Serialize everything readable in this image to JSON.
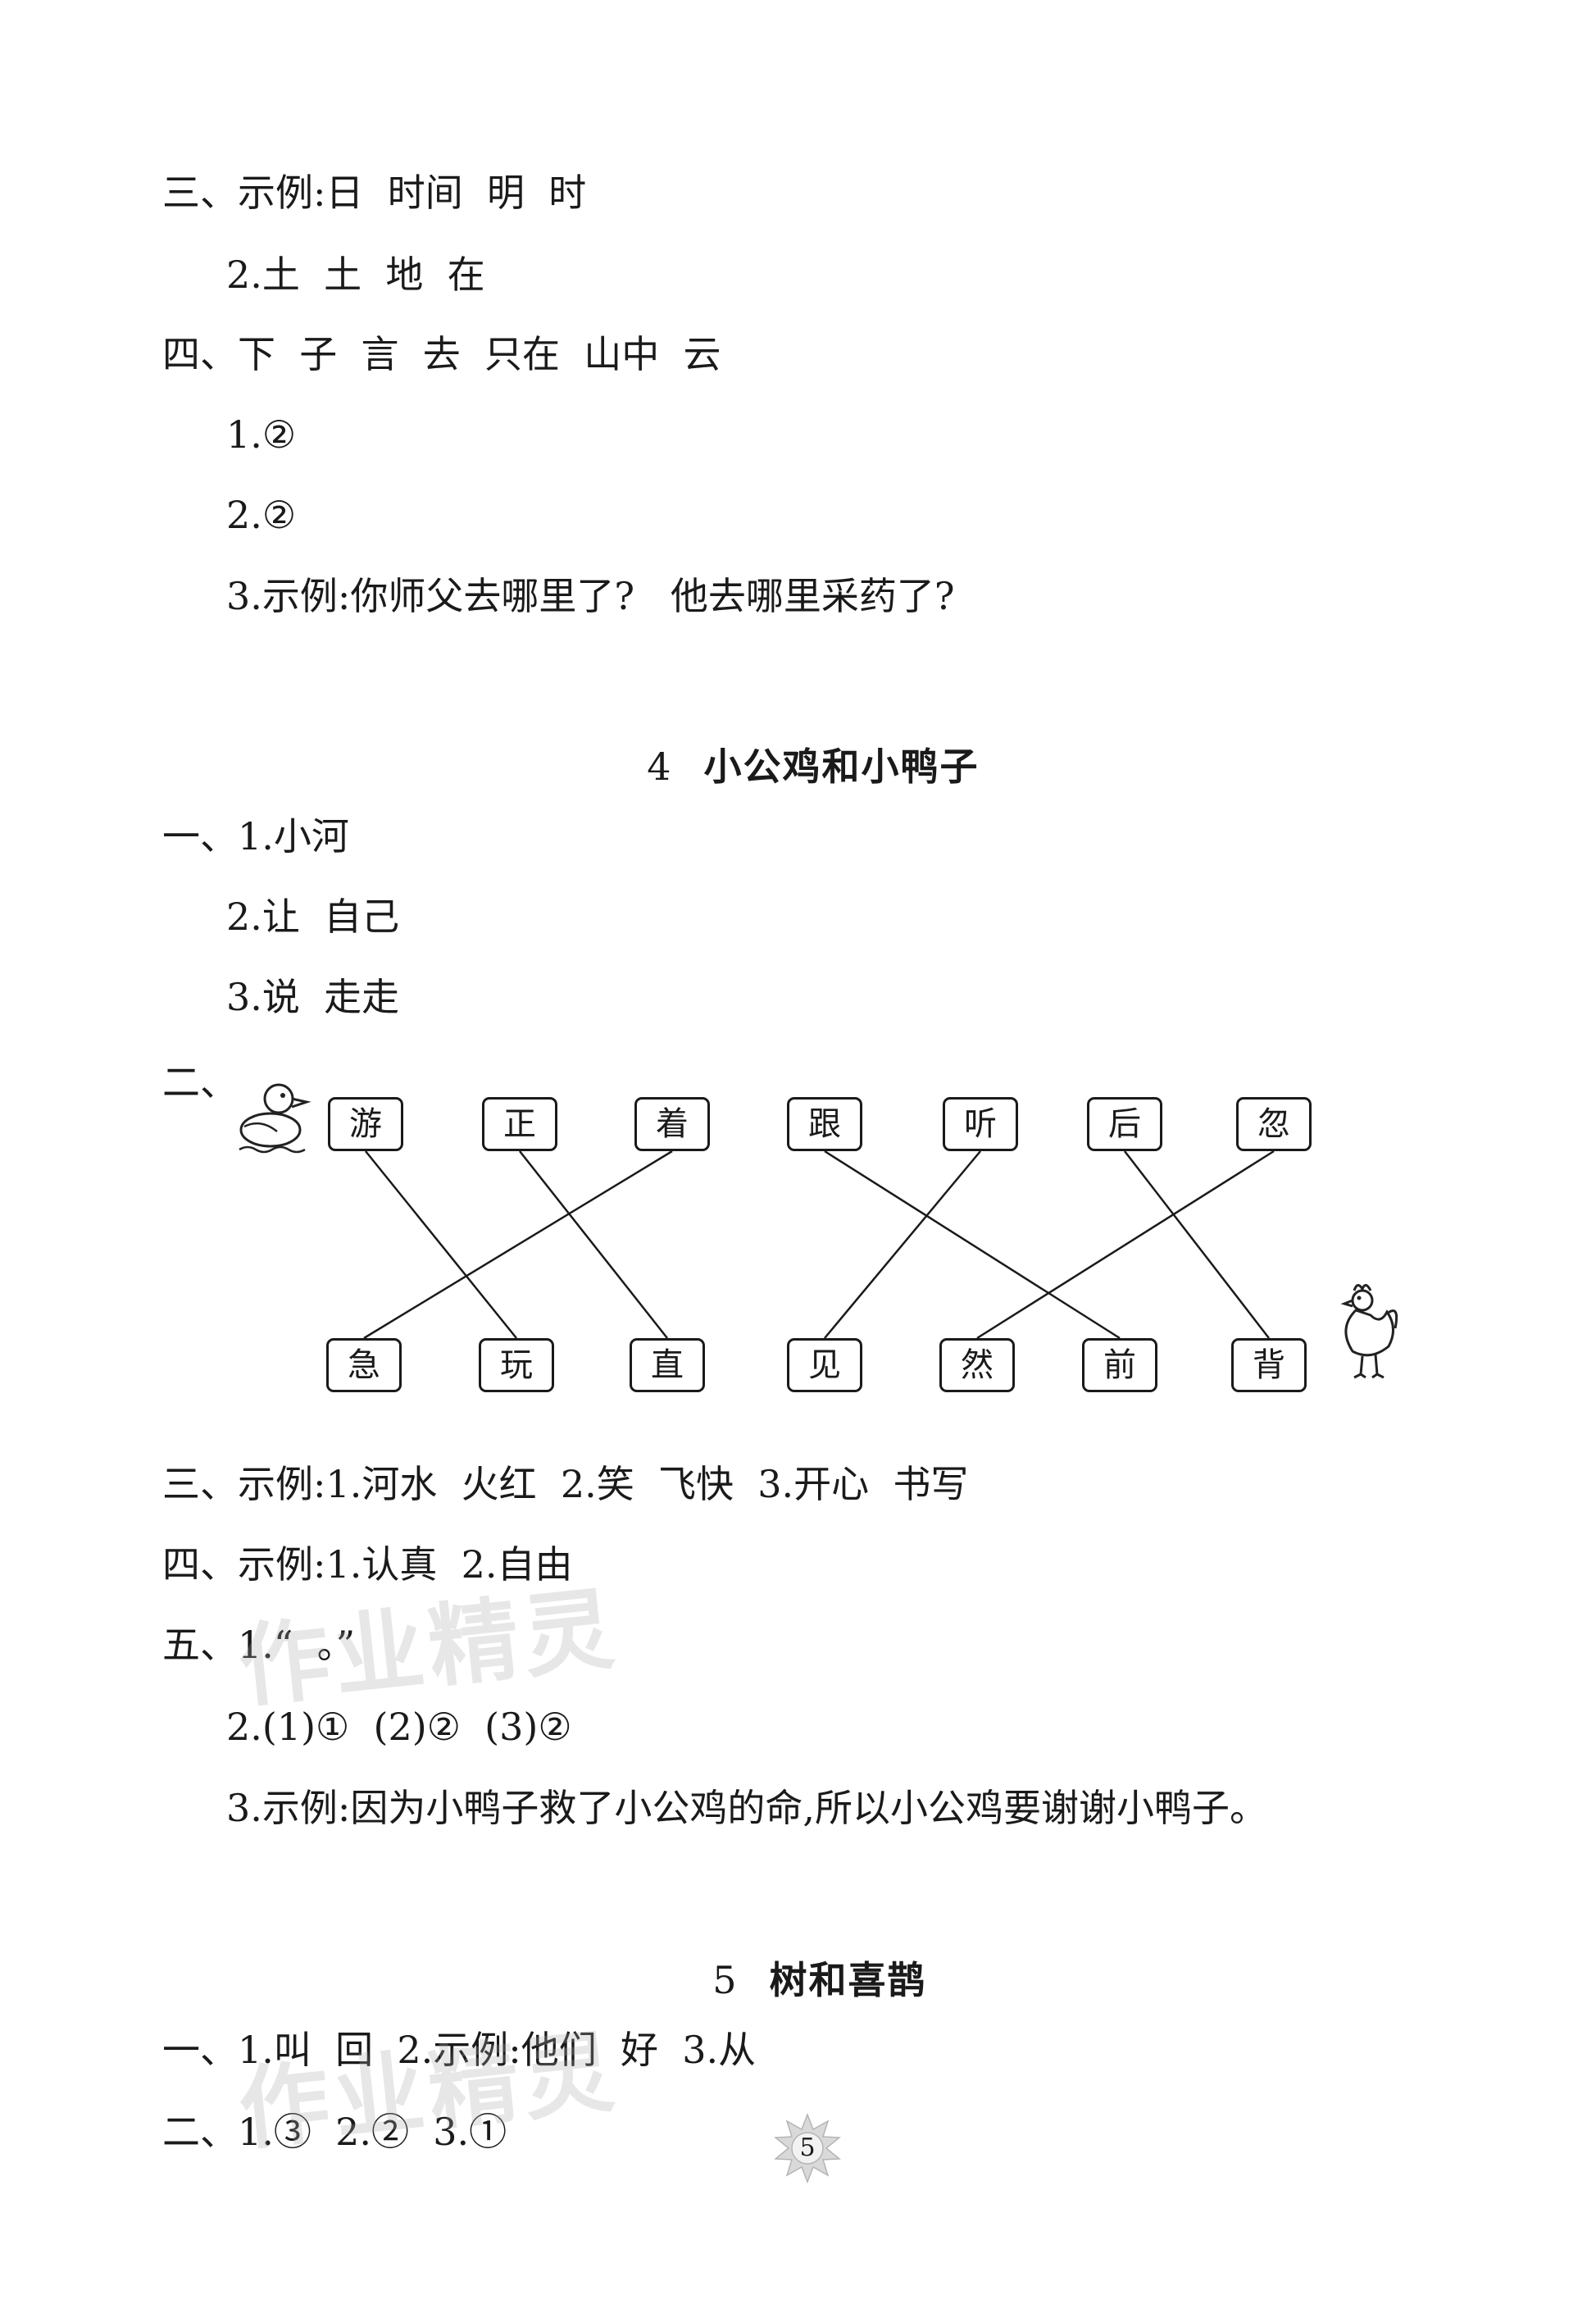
{
  "lines": {
    "l1": "三、示例:日  时间  明  时",
    "l2": "2.土  土  地  在",
    "l3": "四、下  子  言  去  只在  山中  云",
    "l4": "1.②",
    "l5": "2.②",
    "l6": "3.示例:你师父去哪里了?   他去哪里采药了?",
    "l7": "一、1.小河",
    "l8": "2.让  自己",
    "l9": "3.说  走走",
    "l10": "二、",
    "l11": "三、示例:1.河水  火红  2.笑  飞快  3.开心  书写",
    "l12": "四、示例:1.认真  2.自由",
    "l13": "五、1.“  。”",
    "l14": "2.(1)①  (2)②  (3)②",
    "l15": "3.示例:因为小鸭子救了小公鸡的命,所以小公鸡要谢谢小鸭子。",
    "l16": "一、1.叫  回  2.示例:他们  好  3.从",
    "l17": "二、1.③  2.②  3.①"
  },
  "section4": {
    "num": "4",
    "title": "小公鸡和小鸭子"
  },
  "section5": {
    "num": "5",
    "title": "树和喜鹊"
  },
  "matching": {
    "top": [
      "游",
      "正",
      "着",
      "跟",
      "听",
      "后",
      "忽"
    ],
    "bottom": [
      "急",
      "玩",
      "直",
      "见",
      "然",
      "前",
      "背"
    ]
  },
  "watermark": "作业精灵",
  "page_number": "5"
}
